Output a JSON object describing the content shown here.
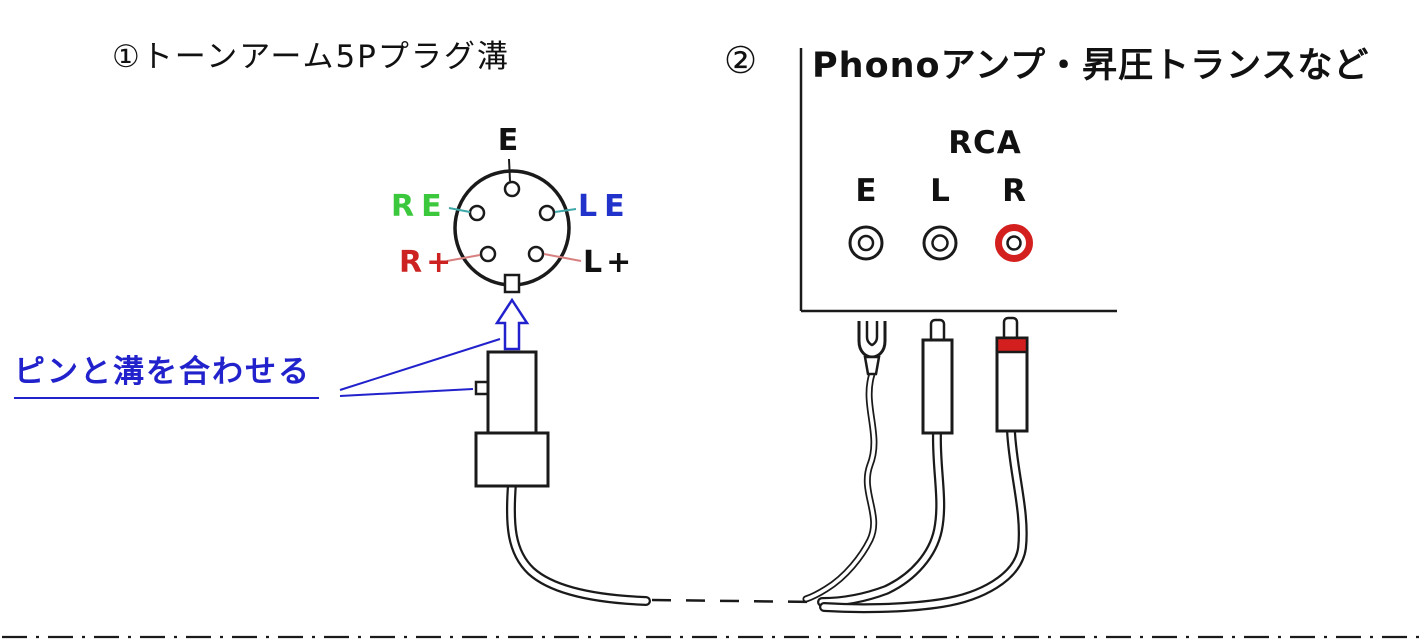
{
  "colors": {
    "ink": "#1a1a1a",
    "green": "#3cc83c",
    "blue": "#2233cc",
    "red": "#cc2222",
    "teal_line": "#3fa8a8",
    "red_line": "#d88080",
    "annotation_blue": "#2222cc",
    "jack_red": "#d41f1f"
  },
  "left_section": {
    "title": "①トーンアーム5Pプラグ溝",
    "pins": {
      "e": "E",
      "re": "RE",
      "le": "LE",
      "rplus": "R+",
      "lplus": "L+"
    },
    "annotation": "ピンと溝を合わせる"
  },
  "right_section": {
    "number": "②",
    "title": "Phonoアンプ・昇圧トランスなど",
    "rca_label": "RCA",
    "jacks": [
      {
        "label": "E"
      },
      {
        "label": "L"
      },
      {
        "label": "R"
      }
    ]
  }
}
